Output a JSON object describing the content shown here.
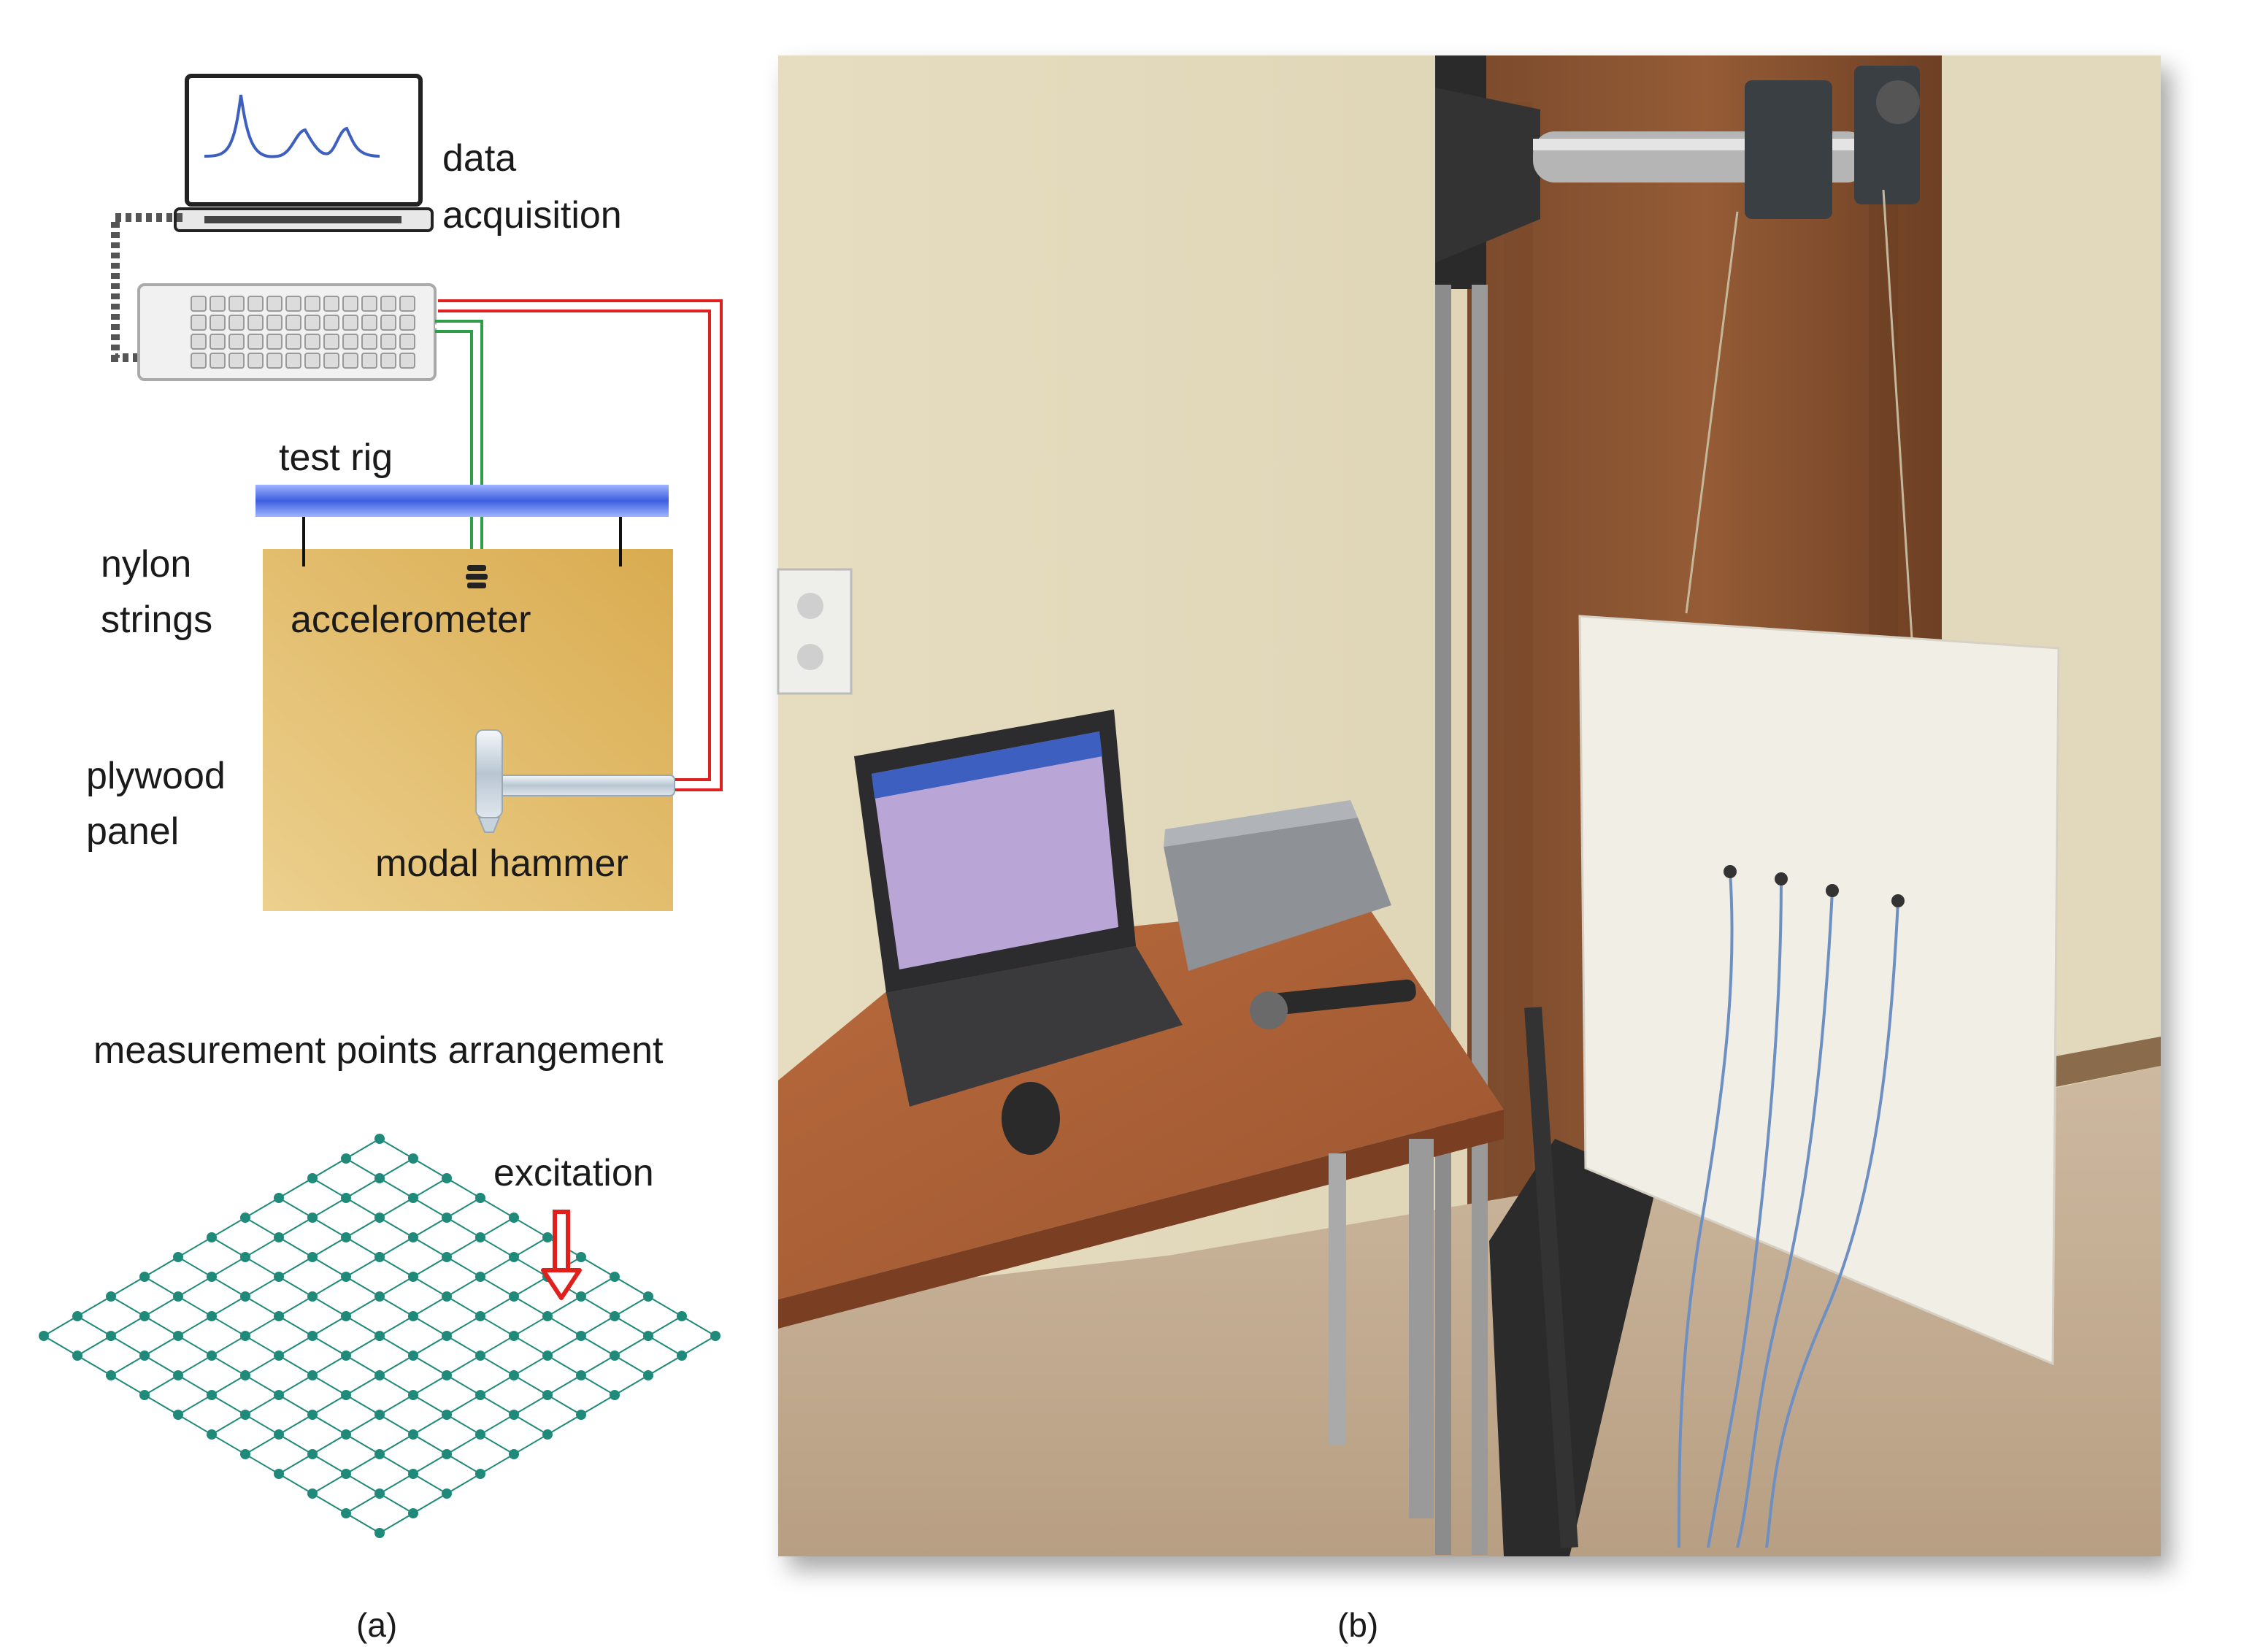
{
  "panel_a": {
    "labels": {
      "data_acquisition_line1": "data",
      "data_acquisition_line2": "acquisition",
      "test_rig": "test rig",
      "nylon_strings_line1": "nylon",
      "nylon_strings_line2": "strings",
      "accelerometer": "accelerometer",
      "plywood_panel_line1": "plywood",
      "plywood_panel_line2": "panel",
      "modal_hammer": "modal hammer",
      "measurement_points": "measurement points arrangement",
      "excitation": "excitation"
    },
    "caption": "(a)",
    "colors": {
      "signal_hammer": "#e0201c",
      "signal_accelerometer": "#2e9e4a",
      "test_rig": "#4a6fe8",
      "plywood": "#e3b65c",
      "grid": "#1f8a7a",
      "excitation_arrow": "#e0201c"
    }
  },
  "panel_b": {
    "caption": "(b)",
    "photo_description_hidden": ""
  }
}
